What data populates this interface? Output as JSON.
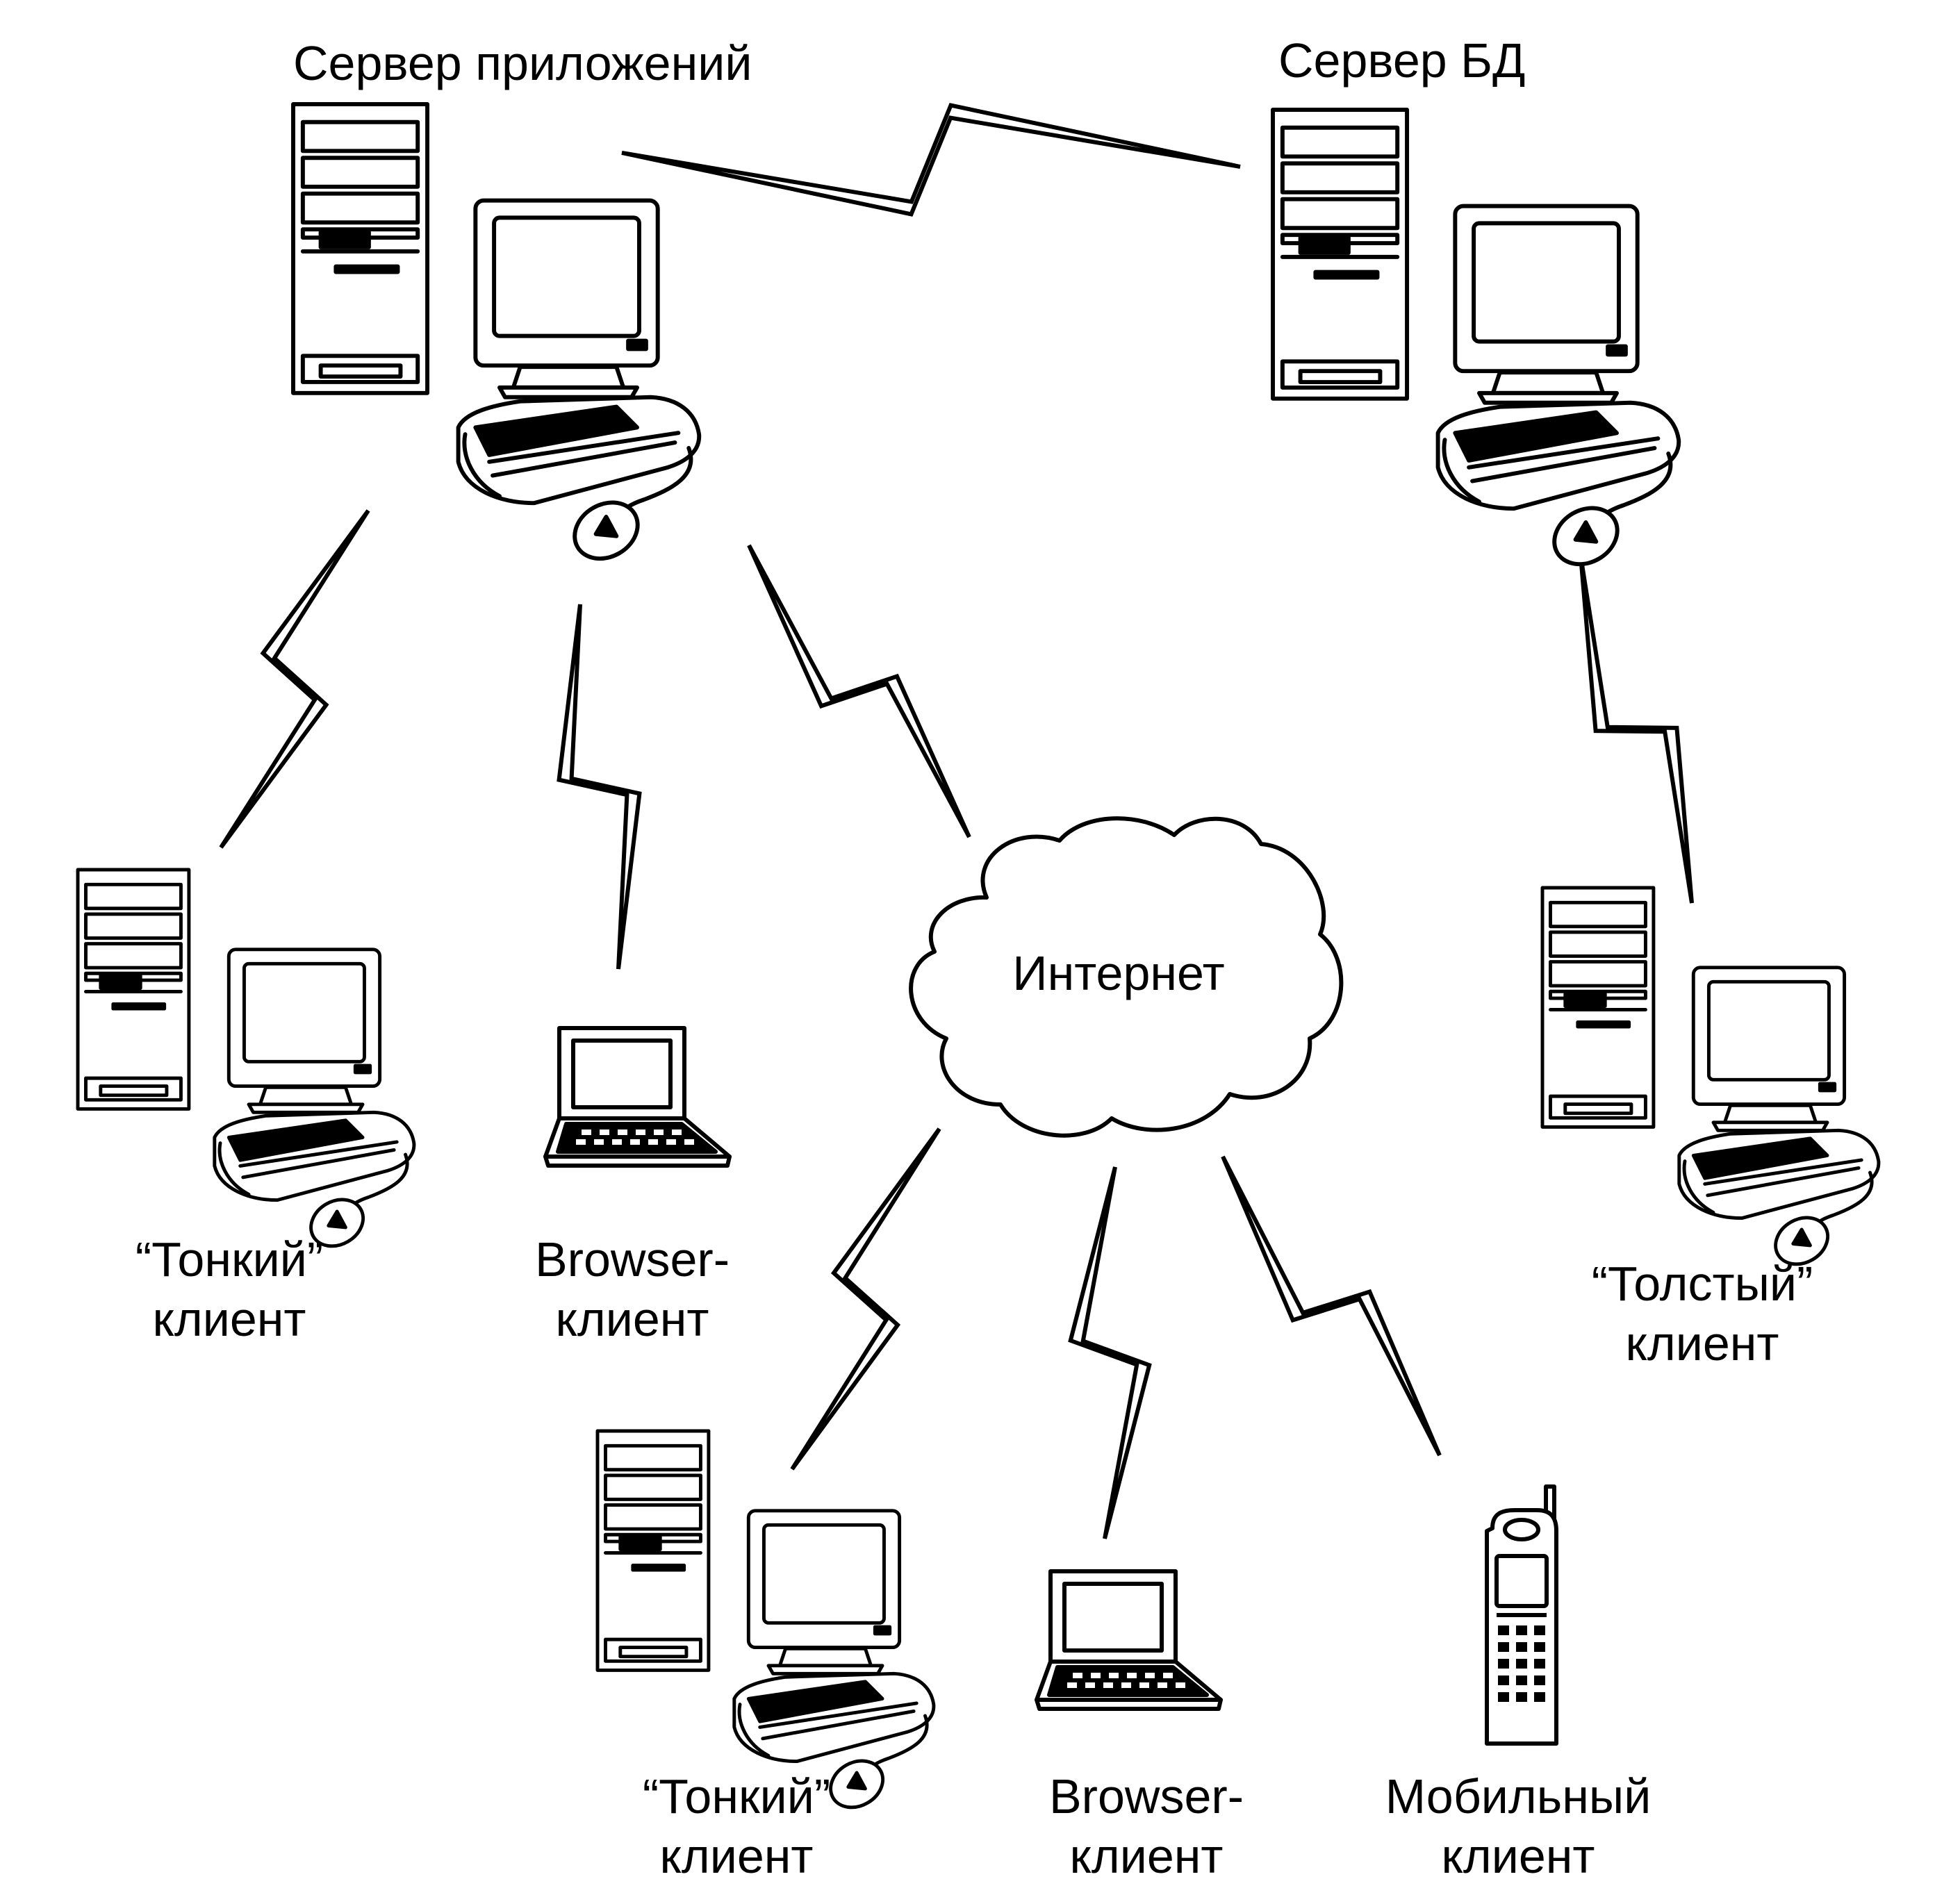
{
  "labels": {
    "app_server": "Сервер приложений",
    "db_server": "Сервер БД",
    "internet": "Интернет",
    "thin_client_left": {
      "line1": "“Тонкий”",
      "line2": "клиент"
    },
    "browser_client_left": {
      "line1": "Browser-",
      "line2": "клиент"
    },
    "fat_client": {
      "line1": "“Толстый”",
      "line2": "клиент"
    },
    "thin_client_bottom": {
      "line1": "“Тонкий”",
      "line2": "клиент"
    },
    "browser_client_bottom": {
      "line1": "Browser-",
      "line2": "клиент"
    },
    "mobile_client": {
      "line1": "Мобильный",
      "line2": "клиент"
    }
  },
  "colors": {
    "ink": "#000000",
    "paper": "#ffffff"
  },
  "icons": [
    "desktop-computer-icon",
    "laptop-icon",
    "mobile-phone-icon",
    "cloud-icon",
    "lightning-link-icon"
  ]
}
